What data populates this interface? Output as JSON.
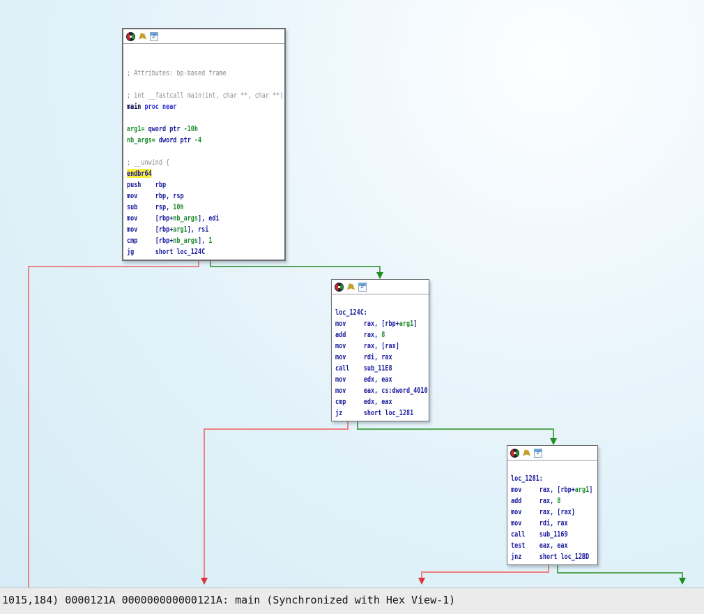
{
  "colors": {
    "instruction": "#1a1a9c",
    "keyword": "#2f2fd8",
    "name": "#00004a",
    "green_operand": "#1f8b2e",
    "comment": "#8c8c96",
    "highlight_bg": "#f8ef3a",
    "edge_true": "#57a657",
    "edge_true_head": "#1f8f1f",
    "edge_false": "#ec8383",
    "edge_false_head": "#dc3535"
  },
  "node_header_icons": [
    "node-color-icon",
    "function-flag-icon",
    "text-view-icon"
  ],
  "blocks": [
    {
      "id": "main",
      "lines": [
        [],
        [],
        [
          {
            "c": "cmt",
            "t": "; Attributes: bp-based frame"
          }
        ],
        [],
        [
          {
            "c": "cmt",
            "t": "; int __fastcall main(int, char **, char **)"
          }
        ],
        [
          {
            "c": "nm",
            "t": "main "
          },
          {
            "c": "kw",
            "t": "proc near"
          }
        ],
        [],
        [
          {
            "c": "grn",
            "t": "arg1= "
          },
          {
            "c": "ins",
            "t": "qword ptr "
          },
          {
            "c": "grn",
            "t": "-10h"
          }
        ],
        [
          {
            "c": "grn",
            "t": "nb_args= "
          },
          {
            "c": "ins",
            "t": "dword ptr "
          },
          {
            "c": "grn",
            "t": "-4"
          }
        ],
        [],
        [
          {
            "c": "cmt",
            "t": "; __unwind {"
          }
        ],
        [
          {
            "c": "hl",
            "t": "endbr64"
          }
        ],
        [
          {
            "c": "ins",
            "t": "push    rbp"
          }
        ],
        [
          {
            "c": "ins",
            "t": "mov     rbp, rsp"
          }
        ],
        [
          {
            "c": "ins",
            "t": "sub     rsp, "
          },
          {
            "c": "grn",
            "t": "10h"
          }
        ],
        [
          {
            "c": "ins",
            "t": "mov     [rbp+"
          },
          {
            "c": "grn",
            "t": "nb_args"
          },
          {
            "c": "ins",
            "t": "], edi"
          }
        ],
        [
          {
            "c": "ins",
            "t": "mov     [rbp+"
          },
          {
            "c": "grn",
            "t": "arg1"
          },
          {
            "c": "ins",
            "t": "], rsi"
          }
        ],
        [
          {
            "c": "ins",
            "t": "cmp     [rbp+"
          },
          {
            "c": "grn",
            "t": "nb_args"
          },
          {
            "c": "ins",
            "t": "], "
          },
          {
            "c": "grn",
            "t": "1"
          }
        ],
        [
          {
            "c": "ins",
            "t": "jg      short loc_124C"
          }
        ]
      ]
    },
    {
      "id": "loc_124C",
      "lines": [
        [],
        [
          {
            "c": "ins",
            "t": "loc_124C:"
          }
        ],
        [
          {
            "c": "ins",
            "t": "mov     rax, [rbp+"
          },
          {
            "c": "grn",
            "t": "arg1"
          },
          {
            "c": "ins",
            "t": "]"
          }
        ],
        [
          {
            "c": "ins",
            "t": "add     rax, "
          },
          {
            "c": "grn",
            "t": "8"
          }
        ],
        [
          {
            "c": "ins",
            "t": "mov     rax, [rax]"
          }
        ],
        [
          {
            "c": "ins",
            "t": "mov     rdi, rax"
          }
        ],
        [
          {
            "c": "ins",
            "t": "call    sub_11E8"
          }
        ],
        [
          {
            "c": "ins",
            "t": "mov     edx, eax"
          }
        ],
        [
          {
            "c": "ins",
            "t": "mov     eax, cs:dword_4010"
          }
        ],
        [
          {
            "c": "ins",
            "t": "cmp     edx, eax"
          }
        ],
        [
          {
            "c": "ins",
            "t": "jz      short loc_1281"
          }
        ]
      ]
    },
    {
      "id": "loc_1281",
      "lines": [
        [],
        [
          {
            "c": "ins",
            "t": "loc_1281:"
          }
        ],
        [
          {
            "c": "ins",
            "t": "mov     rax, [rbp+"
          },
          {
            "c": "grn",
            "t": "arg1"
          },
          {
            "c": "ins",
            "t": "]"
          }
        ],
        [
          {
            "c": "ins",
            "t": "add     rax, "
          },
          {
            "c": "grn",
            "t": "8"
          }
        ],
        [
          {
            "c": "ins",
            "t": "mov     rax, [rax]"
          }
        ],
        [
          {
            "c": "ins",
            "t": "mov     rdi, rax"
          }
        ],
        [
          {
            "c": "ins",
            "t": "call    sub_1169"
          }
        ],
        [
          {
            "c": "ins",
            "t": "test    eax, eax"
          }
        ],
        [
          {
            "c": "ins",
            "t": "jnz     short loc_12BD"
          }
        ]
      ]
    }
  ],
  "status_bar": {
    "text": "1015,184) 0000121A 000000000000121A: main (Synchronized with Hex View-1)"
  }
}
